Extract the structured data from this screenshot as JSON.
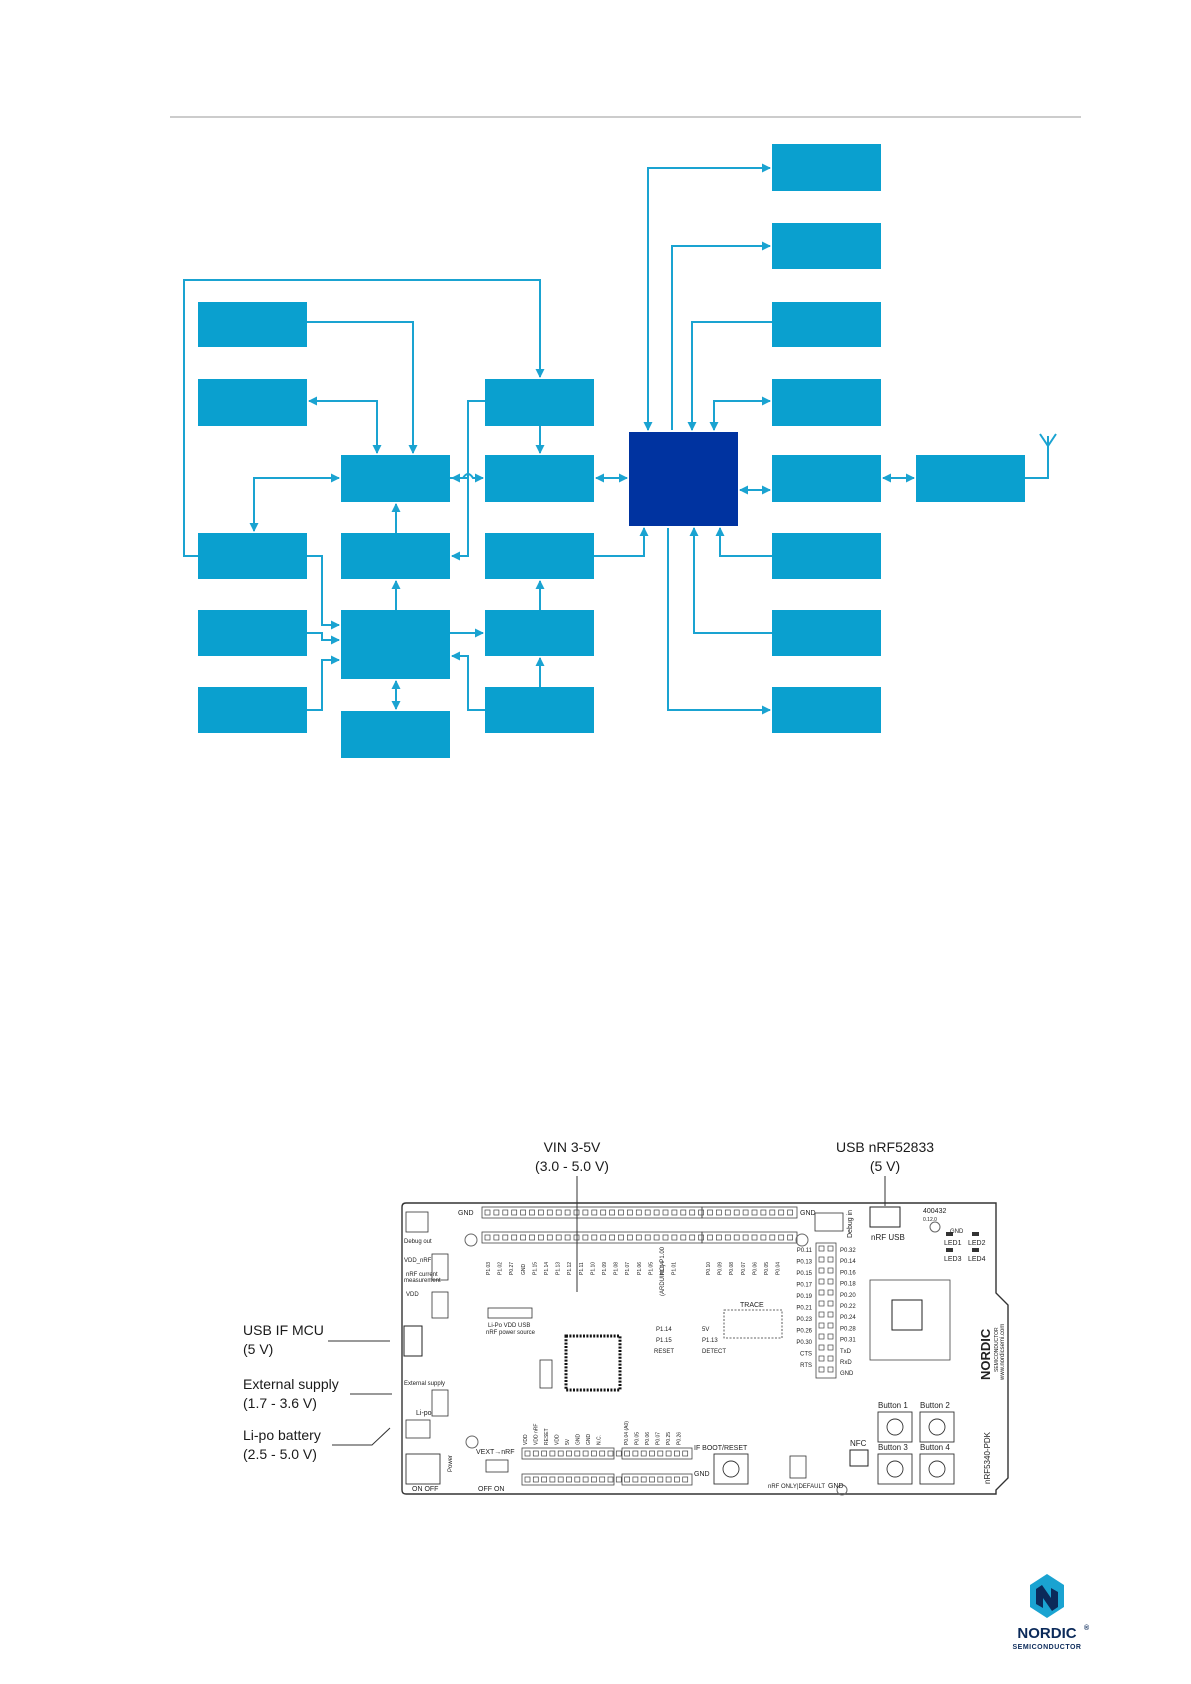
{
  "board_callouts": {
    "vin_title": "VIN 3-5V",
    "vin_range": "(3.0 - 5.0 V)",
    "usb_nrf_title": "USB nRF52833",
    "usb_nrf_range": "(5 V)",
    "usb_if_title": "USB IF MCU",
    "usb_if_range": "(5 V)",
    "ext_title": "External supply",
    "ext_range": "(1.7 - 3.6 V)",
    "lipo_title": "Li-po battery",
    "lipo_range": "(2.5 - 5.0 V)"
  },
  "board_labels": {
    "gnd_top": "GND",
    "gnd_top2": "GND",
    "board_id": "400432",
    "board_rev": "0.12.0",
    "gnd_corner": "GND",
    "nrf_usb": "nRF USB",
    "debug_in": "Debug in",
    "debug_out": "Debug out",
    "vdd_nrf": "VDD_nRF",
    "nrf_current": "nRF current",
    "measurement": "measurement",
    "vdd": "VDD",
    "lipo_vdd_usb": "Li-Po  VDD  USB",
    "nrf_power_source": "nRF power source",
    "trace": "TRACE",
    "external_supply": "External supply",
    "li_po": "Li-po",
    "power": "Power",
    "vext_vnrf": "VEXT→nRF",
    "off_on_left": "ON     OFF",
    "off_on": "OFF   ON",
    "if_boot_reset": "IF BOOT/RESET",
    "nrf_only_default": "nRF ONLY|DEFAULT",
    "gnd_bottom": "GND",
    "gnd_bottom2": "GND",
    "nfc": "NFC",
    "button1": "Button 1",
    "button2": "Button 2",
    "button3": "Button 3",
    "button4": "Button 4",
    "led1": "LED1",
    "led2": "LED2",
    "led3": "LED3",
    "led4": "LED4",
    "nordic_vert": "NORDIC",
    "semiconductor_vert": "SEMICONDUCTOR",
    "url_vert": "www.nordicsemi.com",
    "pdk_vert": "nRF5340-PDK",
    "detect": "DETECT",
    "reset": "RESET",
    "p134": "P1.14",
    "p115": "P1.15",
    "p5v": "5V",
    "p113": "P1.13",
    "arduino": "(ARDUINO) P1.00"
  },
  "left_pins": [
    "P0.11",
    "P0.13",
    "P0.15",
    "P0.17",
    "P0.19",
    "P0.21",
    "P0.23",
    "P0.26",
    "P0.30",
    "CTS",
    "RTS"
  ],
  "right_pins": [
    "P0.32",
    "P0.14",
    "P0.16",
    "P0.18",
    "P0.20",
    "P0.22",
    "P0.24",
    "P0.28",
    "P0.31",
    "TxD",
    "RxD",
    "GND"
  ],
  "top_header_pins": [
    "P1.03",
    "P1.02",
    "P0.27",
    "GND",
    "P1.15",
    "P1.14",
    "P1.13",
    "P1.12",
    "P1.11",
    "P1.10",
    "P1.09",
    "P1.08",
    "P1.07",
    "P1.06",
    "P1.05",
    "P1.04",
    "P1.01",
    "P0.10",
    "P0.09",
    "P0.08",
    "P0.07",
    "P0.06",
    "P0.05",
    "P0.04"
  ],
  "bottom_header_pins": [
    "VDD",
    "VDD nRF",
    "RESET",
    "VDD",
    "5V",
    "GND",
    "GND",
    "N.C.",
    "P0.04 (A0)",
    "P0.05",
    "P0.06",
    "P0.07",
    "P0.25",
    "P0.26"
  ],
  "logo": {
    "brand": "NORDIC",
    "tagline": "SEMICONDUCTOR",
    "mark": "®"
  },
  "colors": {
    "block": "#0aa0cf",
    "mcu": "#0033a0",
    "line": "#1aa3d1",
    "logo": "#0b2a5a"
  }
}
